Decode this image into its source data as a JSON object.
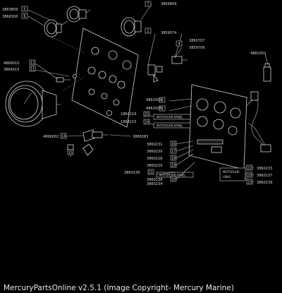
{
  "part_numbers": {
    "p_3863809": "3863809",
    "p_3866306": "3866306",
    "p_3864809": "3864809",
    "p_3859074": "3859074",
    "p_3860707": "3860707",
    "p_3859706": "3859706",
    "p_4882001": "4882001",
    "p_4866010": "4866010",
    "p_3864015": "3864015",
    "p_4862002": "4862002",
    "p_4862005": "4862005",
    "p_1864216": "1864216",
    "p_1864215": "1864215",
    "p_4866002": "4866002",
    "p_3868283": "3868283",
    "p_3860231": "3860231",
    "p_3860230": "3860230",
    "p_3860228": "3860228",
    "p_3860229": "3860229",
    "p_3860236": "3860236",
    "p_3860238": "3860238",
    "p_3860234": "3860234",
    "p_3860233": "3860233",
    "p_3860237": "3860237",
    "p_3860239": "3860239"
  },
  "callouts": {
    "c5": "5",
    "c6": "6",
    "c7": "7",
    "c1": "1",
    "c4": "4",
    "c8": "8",
    "c9": "9",
    "c10": "10",
    "c11": "11",
    "c12": "12",
    "c14": "14",
    "c15": "15",
    "c16": "16",
    "c17": "17",
    "c18": "18",
    "c19": "19",
    "c21": "21",
    "c24": "24",
    "c25": "25",
    "c20": "20",
    "c22": "22",
    "c23": "23"
  },
  "panel_labels": {
    "decal_top": "MOTORUHR-PANEL",
    "decal_mid": "MOTORUHR-PANEL",
    "decal_bottom": "MOTORUHR-PANEL",
    "box_label_a": "MOTORUHR",
    "box_label_b": "LINKS"
  },
  "footer": {
    "text": "MercuryPartsOnline v2.5.1 (Image Copyright- Mercury Marine)"
  }
}
